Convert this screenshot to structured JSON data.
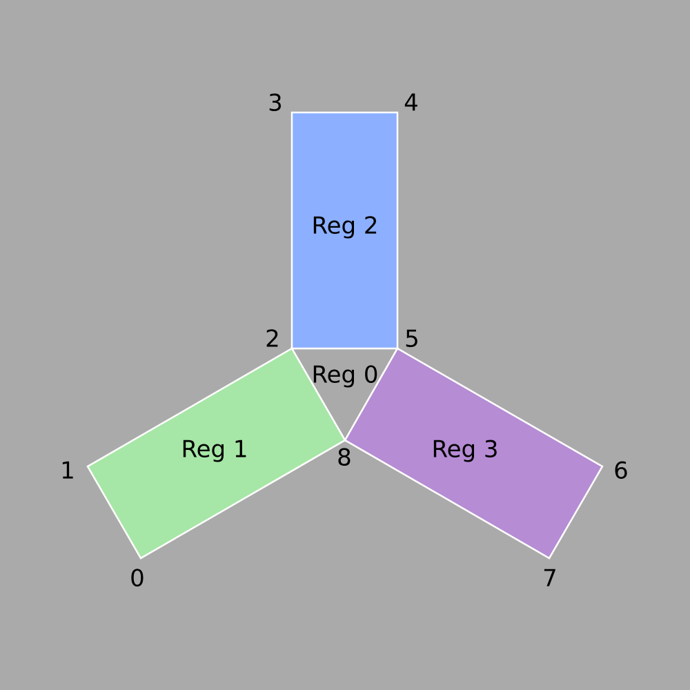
{
  "diagram": {
    "background": "#aaaaaa",
    "stroke": "#ffffff",
    "regions": [
      {
        "label": "Reg 0",
        "fill": "#aaaaaa"
      },
      {
        "label": "Reg 1",
        "fill": "#a6e6a6"
      },
      {
        "label": "Reg 2",
        "fill": "#8cb0ff"
      },
      {
        "label": "Reg 3",
        "fill": "#b68cd4"
      }
    ],
    "vertices": [
      {
        "label": "0"
      },
      {
        "label": "1"
      },
      {
        "label": "2"
      },
      {
        "label": "3"
      },
      {
        "label": "4"
      },
      {
        "label": "5"
      },
      {
        "label": "6"
      },
      {
        "label": "7"
      },
      {
        "label": "8"
      }
    ]
  }
}
